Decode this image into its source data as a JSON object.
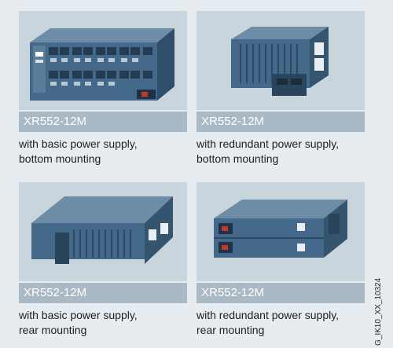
{
  "items": [
    {
      "model": "XR552-12M",
      "line1": "with basic power supply,",
      "line2": "bottom mounting"
    },
    {
      "model": "XR552-12M",
      "line1": "with redundant power supply,",
      "line2": "bottom mounting"
    },
    {
      "model": "XR552-12M",
      "line1": "with basic power supply,",
      "line2": "rear mounting"
    },
    {
      "model": "XR552-12M",
      "line1": "with redundant power supply,",
      "line2": "rear mounting"
    }
  ],
  "image_code": "G_IK10_XX_10324",
  "colors": {
    "background": "#e6ecf0",
    "photo_bg": "#c9d5dd",
    "caption_bar": "#a9b9c6",
    "device_blue": "#3f6384"
  }
}
